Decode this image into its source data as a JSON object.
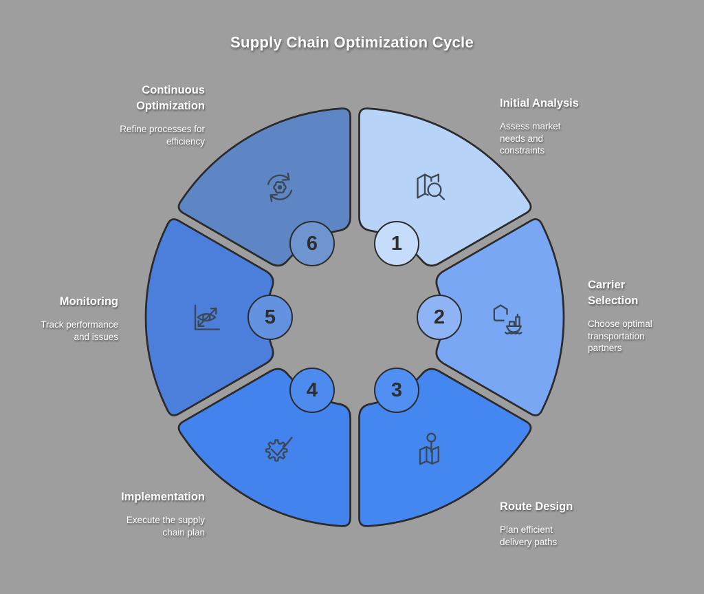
{
  "title": "Supply Chain Optimization Cycle",
  "colors": {
    "background": "#9E9E9E",
    "outline": "#2B2B2B",
    "icon_stroke": "#3B4754",
    "number_text": "#2E2E2E",
    "label_text": "#FFFFFF"
  },
  "segments": [
    {
      "number": "1",
      "title": "Initial Analysis",
      "description": "Assess market needs and constraints",
      "icon": "map-search-icon",
      "wedge_color": "#B7D3F8",
      "badge_color": "#C5DCFA"
    },
    {
      "number": "2",
      "title": "Carrier Selection",
      "description": "Choose optimal transportation partners",
      "icon": "package-ship-icon",
      "wedge_color": "#7AA7F3",
      "badge_color": "#8FB4F6"
    },
    {
      "number": "3",
      "title": "Route Design",
      "description": "Plan efficient delivery paths",
      "icon": "map-pin-icon",
      "wedge_color": "#4587F1",
      "badge_color": "#5190F2"
    },
    {
      "number": "4",
      "title": "Implementation",
      "description": "Execute the supply chain plan",
      "icon": "gear-check-icon",
      "wedge_color": "#4283EE",
      "badge_color": "#4E8BEF"
    },
    {
      "number": "5",
      "title": "Monitoring",
      "description": "Track performance and issues",
      "icon": "eye-chart-icon",
      "wedge_color": "#4C7FDB",
      "badge_color": "#6592E0"
    },
    {
      "number": "6",
      "title": "Continuous Optimization",
      "description": "Refine processes for efficiency",
      "icon": "refresh-gear-icon",
      "wedge_color": "#5E86C4",
      "badge_color": "#6E95D0"
    }
  ]
}
